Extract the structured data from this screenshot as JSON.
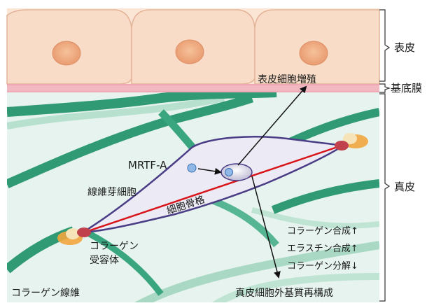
{
  "layers": {
    "epidermis": "表皮",
    "basement_membrane": "基底膜",
    "dermis": "真皮"
  },
  "labels": {
    "keratinocyte_proliferation": "表皮細胞増殖",
    "mrtf_a": "MRTF-A",
    "fibroblast": "線維芽細胞",
    "cytoskeleton": "細胞骨格",
    "collagen_receptor_line1": "コラーゲン",
    "collagen_receptor_line2": "受容体",
    "collagen_fiber": "コラーゲン線維",
    "dermal_ecm_remodeling": "真皮細胞外基質再構成"
  },
  "effects": [
    "コラーゲン合成↑",
    "エラスチン合成↑",
    "コラーゲン分解↓"
  ],
  "colors": {
    "epidermis_cell": "#f8dcc7",
    "epidermis_border": "#e0aa8a",
    "nucleus": "#eda278",
    "basement_membrane": "#f2b8c2",
    "dermis_bg": "#e6f3ee",
    "collagen_fiber": "#2f9a74",
    "collagen_fiber_light": "#9fd4bf",
    "fibroblast_fill": "#ecebf5",
    "fibroblast_stroke": "#4a3d86",
    "cytoskeleton": "#d8141a",
    "receptor": "#c0414b",
    "receptor_glow": "#f2a63e",
    "mrtf_a": "#8fb8e6",
    "arrow": "#111111",
    "bracket": "#333333"
  }
}
